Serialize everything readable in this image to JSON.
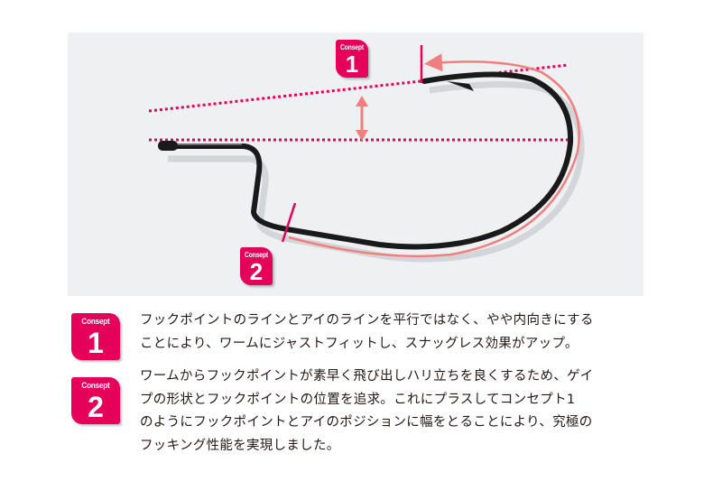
{
  "figure": {
    "badges": [
      {
        "label": "Consept",
        "number": "1"
      },
      {
        "label": "Consept",
        "number": "2"
      }
    ],
    "colors": {
      "accent": "#e5005a",
      "arrow": "#f08080",
      "background": "#eef0f2",
      "hook": "#1a1a1a"
    }
  },
  "concepts": [
    {
      "badge_label": "Consept",
      "badge_number": "1",
      "lines": [
        "フックポイントのラインとアイのラインを平行ではなく、やや内向きにする",
        "ことにより、ワームにジャストフィットし、スナッグレス効果がアップ。"
      ]
    },
    {
      "badge_label": "Consept",
      "badge_number": "2",
      "lines": [
        "ワームからフックポイントが素早く飛び出しハリ立ちを良くするため、ゲイ",
        "プの形状とフックポイントの位置を追求。これにプラスしてコンセプト1",
        "のようにフックポイントとアイのポジションに幅をとることにより、究極の",
        "フッキング性能を実現しました。"
      ]
    }
  ]
}
